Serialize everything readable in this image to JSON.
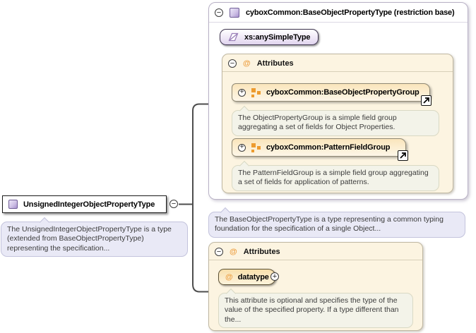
{
  "diagram": {
    "root": {
      "label": "UnsignedIntegerObjectPropertyType",
      "annotation": "The UnsignedIntegerObjectPropertyType is a type (extended from BaseObjectPropertyType) representing the specification..."
    },
    "base_type": {
      "title": "cyboxCommon:BaseObjectPropertyType (restriction base)",
      "base_ref": "xs:anySimpleType",
      "annotation": "The BaseObjectPropertyType is a type representing a common typing foundation for the specification of a single Object...",
      "attributes_section": {
        "title": "Attributes",
        "groups": [
          {
            "label": "cyboxCommon:BaseObjectPropertyGroup",
            "annotation": "The ObjectPropertyGroup is a simple field group aggregating a set of fields for Object Properties."
          },
          {
            "label": "cyboxCommon:PatternFieldGroup",
            "annotation": "The PatternFieldGroup is a simple field group aggregating a set of fields for application of patterns."
          }
        ]
      }
    },
    "local_attributes": {
      "title": "Attributes",
      "attributes": [
        {
          "name": "datatype",
          "annotation": "This attribute is optional and specifies the type of the value of the specified property. If a type different than the..."
        }
      ]
    }
  },
  "glyphs": {
    "collapse": "−",
    "expand": "+",
    "at": "@"
  },
  "colors": {
    "attr_section_fill": "#fcf4e1",
    "attr_section_border": "#c0b8a2",
    "group_badge_top": "#fae5bb",
    "attr_badge_top": "#f8dfab",
    "orange_icon": "#ed9b2f",
    "type_icon_purple": "#a992cf",
    "annotation_purple_fill": "#e9e9f6",
    "annotation_green_fill": "#f3f3e9",
    "connector": "#4d4d4d"
  }
}
